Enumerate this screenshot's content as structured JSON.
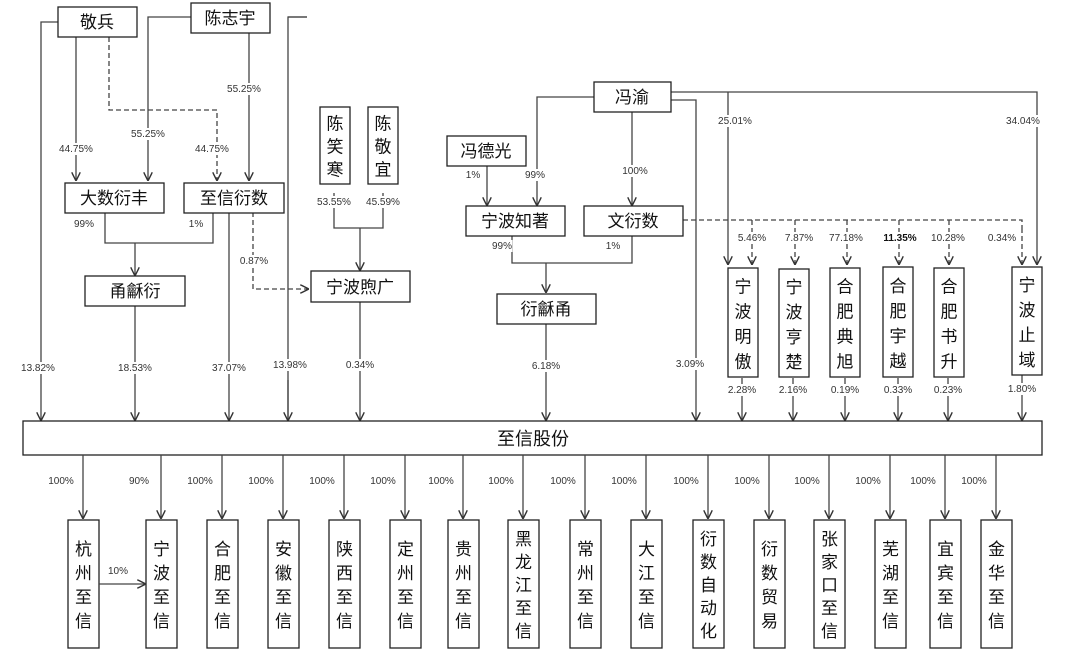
{
  "diagram": {
    "type": "equity-structure",
    "center_company": "至信股份",
    "nodes": {
      "jingbing": "敬兵",
      "chenzhiyu": "陈志宇",
      "dashuyanfeng": "大数衍丰",
      "zhixinyanshu": "至信衍数",
      "yongxinyan": "甬龢衍",
      "chenxiaohan": "陈笑寒",
      "chenjingyi": "陈敬宜",
      "ningboxuguang": "宁波煦广",
      "fengyu": "冯渝",
      "fengdeguang": "冯德光",
      "ningbozhizhu": "宁波知著",
      "wenyanshu": "文衍数",
      "yanyuyong": "衍龢甬",
      "ningbomingao": "宁波明傲",
      "ningbohengchu": "宁波亨楚",
      "hefeidianxu": "合肥典旭",
      "hefeiyuyue": "合肥宇越",
      "hefeishusheng": "合肥书升",
      "ningbozhiyu": "宁波止域"
    },
    "edges": {
      "jingbing_dashu": "44.75%",
      "jingbing_zhixinyanshu": "44.75%",
      "chenzhiyu_dashu": "55.25%",
      "chenzhiyu_zhixinyanshu": "55.25%",
      "dashu_yong": "99%",
      "zhixinyanshu_yong": "1%",
      "zhixinyanshu_xuguang": "0.87%",
      "chenxiaohan_xuguang": "53.55%",
      "chenjingyi_xuguang": "45.59%",
      "jingbing_main": "13.82%",
      "yong_main": "18.53%",
      "zhixinyanshu_main": "37.07%",
      "chenzhiyu_main": "13.98%",
      "xuguang_main": "0.34%",
      "fengdeguang_zhizhu": "1%",
      "fengyu_zhizhu": "99%",
      "fengyu_wenyanshu": "100%",
      "zhizhu_yanyuyong": "99%",
      "wenyanshu_yanyuyong": "1%",
      "yanyuyong_main": "6.18%",
      "fengyu_main": "3.09%",
      "fengyu_mingao": "25.01%",
      "fengyu_zhiyu": "34.04%",
      "wen_mingao": "5.46%",
      "wen_hengchu": "7.87%",
      "wen_dianxu": "77.18%",
      "wen_yuyue": "11.35%",
      "wen_shusheng": "10.28%",
      "wen_zhiyu": "0.34%",
      "mingao_main": "2.28%",
      "hengchu_main": "2.16%",
      "dianxu_main": "0.19%",
      "yuyue_main": "0.33%",
      "shusheng_main": "0.23%",
      "zhiyu_main": "1.80%",
      "hangzhou_ningbo": "10%"
    },
    "subsidiaries": [
      {
        "name": "杭州至信",
        "pct": "100%"
      },
      {
        "name": "宁波至信",
        "pct": "90%"
      },
      {
        "name": "合肥至信",
        "pct": "100%"
      },
      {
        "name": "安徽至信",
        "pct": "100%"
      },
      {
        "name": "陕西至信",
        "pct": "100%"
      },
      {
        "name": "定州至信",
        "pct": "100%"
      },
      {
        "name": "贵州至信",
        "pct": "100%"
      },
      {
        "name": "黑龙江至信",
        "pct": "100%"
      },
      {
        "name": "常州至信",
        "pct": "100%"
      },
      {
        "name": "大江至信",
        "pct": "100%"
      },
      {
        "name": "衍数自动化",
        "pct": "100%"
      },
      {
        "name": "衍数贸易",
        "pct": "100%"
      },
      {
        "name": "张家口至信",
        "pct": "100%"
      },
      {
        "name": "芜湖至信",
        "pct": "100%"
      },
      {
        "name": "宜宾至信",
        "pct": "100%"
      },
      {
        "name": "金华至信",
        "pct": "100%"
      }
    ]
  }
}
